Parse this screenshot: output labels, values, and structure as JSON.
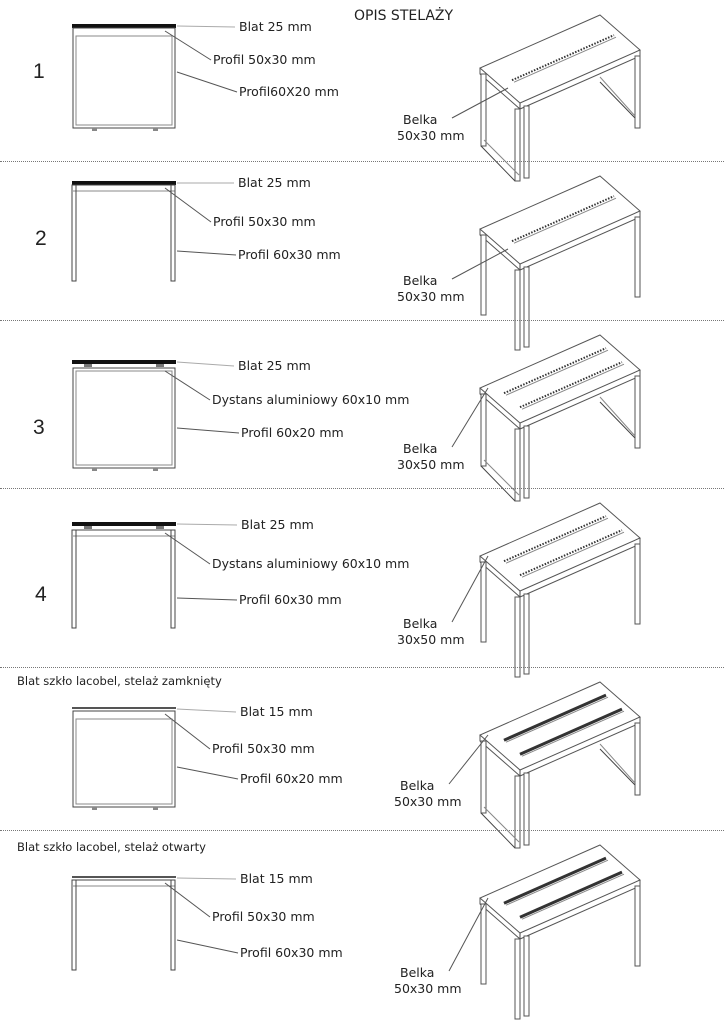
{
  "title": "OPIS STELAŻY",
  "sections": [
    {
      "number": "1",
      "frame": "closed",
      "spacer": false,
      "beams": 1,
      "labels": [
        "Blat 25 mm",
        "Profil 50x30 mm",
        "Profil60X20 mm"
      ],
      "belka": [
        "Belka",
        "50x30 mm"
      ]
    },
    {
      "number": "2",
      "frame": "open",
      "spacer": false,
      "beams": 1,
      "labels": [
        "Blat 25 mm",
        "Profil 50x30 mm",
        "Profil 60x30 mm"
      ],
      "belka": [
        "Belka",
        "50x30 mm"
      ]
    },
    {
      "number": "3",
      "frame": "closed",
      "spacer": true,
      "beams": 2,
      "labels": [
        "Blat 25 mm",
        "Dystans aluminiowy 60x10 mm",
        "Profil 60x20 mm"
      ],
      "belka": [
        "Belka",
        "30x50 mm"
      ]
    },
    {
      "number": "4",
      "frame": "open",
      "spacer": true,
      "beams": 2,
      "labels": [
        "Blat 25 mm",
        "Dystans aluminiowy 60x10 mm",
        "Profil 60x30 mm"
      ],
      "belka": [
        "Belka",
        "30x50 mm"
      ]
    },
    {
      "heading": "Blat szkło lacobel, stelaż zamknięty",
      "frame": "closed",
      "spacer": false,
      "beams": 2,
      "labels": [
        "Blat 15 mm",
        "Profil 50x30 mm",
        "Profil 60x20 mm"
      ],
      "belka": [
        "Belka",
        "50x30 mm"
      ]
    },
    {
      "heading": "Blat szkło lacobel, stelaż otwarty",
      "frame": "open",
      "spacer": false,
      "beams": 2,
      "labels": [
        "Blat 15 mm",
        "Profil 50x30 mm",
        "Profil 60x30 mm"
      ],
      "belka": [
        "Belka",
        "50x30 mm"
      ]
    }
  ]
}
